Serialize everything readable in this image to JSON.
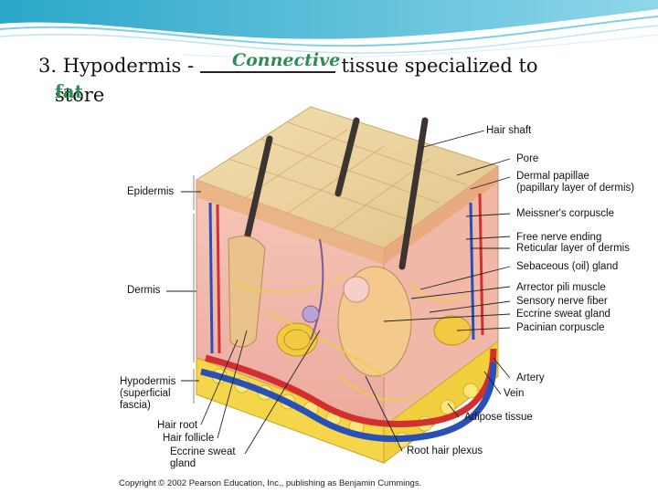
{
  "heading": {
    "prefix": "3. Hypodermis - ",
    "blank_answer": "Connective",
    "suffix": "tissue specialized to",
    "line2": "store",
    "answer2": "fat"
  },
  "labels": {
    "hair_shaft": "Hair shaft",
    "pore": "Pore",
    "dermal_papillae": "Dermal papillae",
    "papillary_layer": "(papillary layer of dermis)",
    "meissner": "Meissner's corpuscle",
    "free_nerve": "Free nerve ending",
    "reticular": "Reticular layer of dermis",
    "sebaceous": "Sebaceous (oil) gland",
    "arrector": "Arrector pili muscle",
    "sensory": "Sensory nerve fiber",
    "eccrine_right": "Eccrine sweat gland",
    "pacinian": "Pacinian corpuscle",
    "artery": "Artery",
    "vein": "Vein",
    "adipose": "Adipose tissue",
    "epidermis": "Epidermis",
    "dermis": "Dermis",
    "hypodermis": "Hypodermis",
    "superficial": "(superficial",
    "fascia": "fascia)",
    "hair_root": "Hair root",
    "hair_follicle": "Hair follicle",
    "eccrine_left_1": "Eccrine sweat",
    "eccrine_left_2": "gland",
    "root_plexus": "Root hair plexus"
  },
  "copyright": "Copyright © 2002 Pearson Education, Inc., publishing as Benjamin Cummings."
}
